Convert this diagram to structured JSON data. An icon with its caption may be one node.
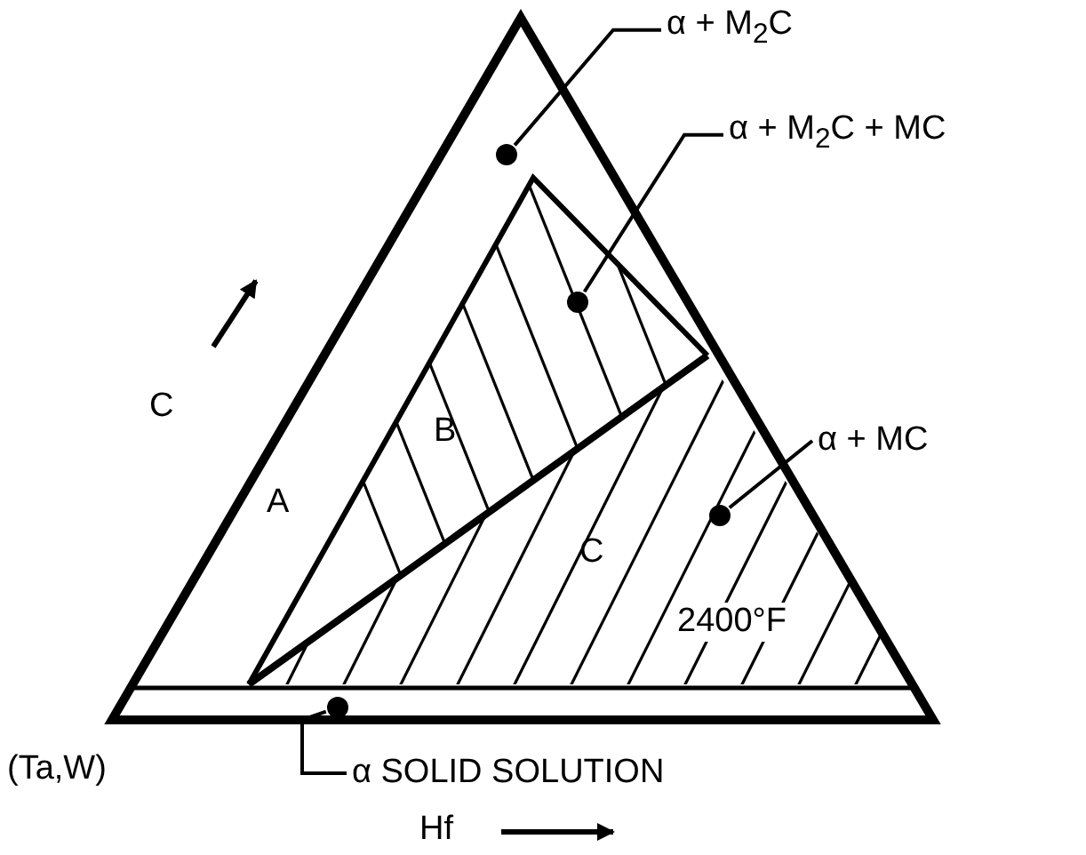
{
  "diagram": {
    "nodes": [
      {
        "text": [
          "α + M$_{2}$C"
        ]
      },
      {
        "text": [
          "α + M$_{2}$C + MC"
        ]
      },
      {
        "text": [
          "α + MC"
        ]
      },
      {
        "text": [
          "α SOLID SOLUTION"
        ]
      },
      {
        "text": [],
        "shape": "circle"
      },
      {
        "text": [],
        "shape": "circle"
      },
      {
        "text": [],
        "shape": "circle"
      },
      {
        "text": [],
        "shape": "circle"
      }
    ],
    "edges": [
      {
        "from": 0,
        "to": 4,
        "arrow": "none"
      },
      {
        "from": 1,
        "to": 5,
        "arrow": "none"
      },
      {
        "from": 2,
        "to": 6,
        "arrow": "none"
      },
      {
        "from": 3,
        "to": 7,
        "arrow": "none"
      }
    ],
    "labels": [
      "C",
      "B",
      "A",
      "C",
      "2400°F",
      "(Ta,W)",
      "Hf"
    ]
  }
}
